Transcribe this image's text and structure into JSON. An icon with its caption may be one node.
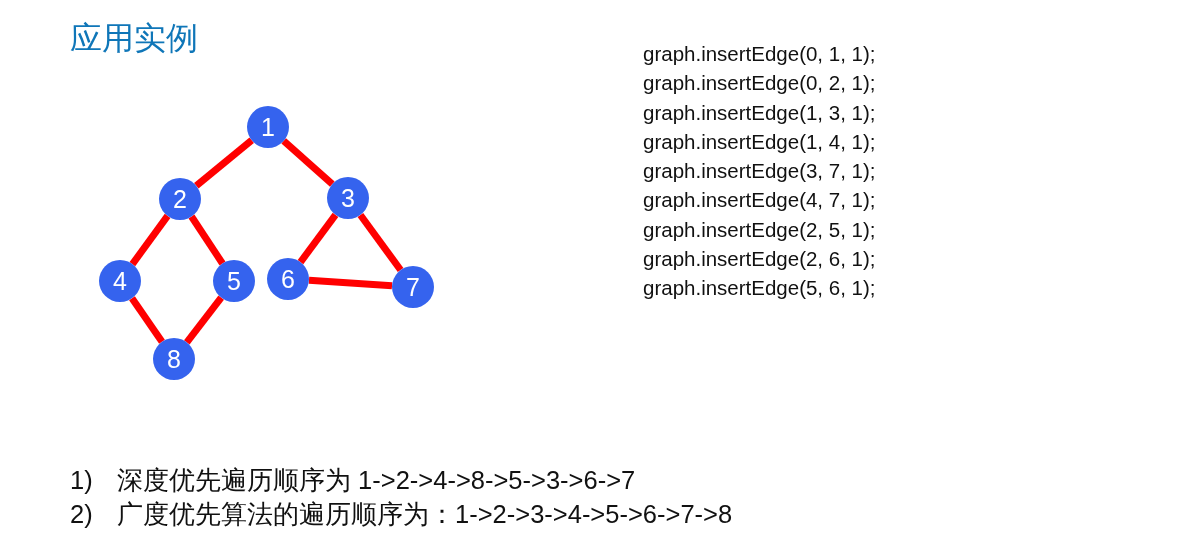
{
  "diagram": {
    "title": "应用实例",
    "nodes": [
      {
        "text": [
          "1"
        ]
      },
      {
        "text": [
          "2"
        ]
      },
      {
        "text": [
          "3"
        ]
      },
      {
        "text": [
          "4"
        ]
      },
      {
        "text": [
          "5"
        ]
      },
      {
        "text": [
          "6"
        ]
      },
      {
        "text": [
          "7"
        ]
      },
      {
        "text": [
          "8"
        ]
      }
    ],
    "edges": [
      {
        "from": 0,
        "to": 1,
        "arrow": "none"
      },
      {
        "from": 0,
        "to": 2,
        "arrow": "none"
      },
      {
        "from": 1,
        "to": 3,
        "arrow": "none"
      },
      {
        "from": 1,
        "to": 4,
        "arrow": "none"
      },
      {
        "from": 3,
        "to": 7,
        "arrow": "none"
      },
      {
        "from": 4,
        "to": 7,
        "arrow": "none"
      },
      {
        "from": 2,
        "to": 5,
        "arrow": "none"
      },
      {
        "from": 2,
        "to": 6,
        "arrow": "none"
      },
      {
        "from": 5,
        "to": 6,
        "arrow": "none"
      }
    ],
    "labels": [
      "graph.insertEdge(0, 1, 1);",
      "graph.insertEdge(0, 2, 1);",
      "graph.insertEdge(1, 3, 1);",
      "graph.insertEdge(1, 4, 1);",
      "graph.insertEdge(3, 7, 1);",
      "graph.insertEdge(4, 7, 1);",
      "graph.insertEdge(2, 5, 1);",
      "graph.insertEdge(2, 6, 1);",
      "graph.insertEdge(5, 6, 1);",
      "1)",
      "深度优先遍历顺序为 1->2->4->8->5->3->6->7",
      "2)",
      "广度优先算法的遍历顺序为：1->2->3->4->5->6->7->8"
    ]
  }
}
